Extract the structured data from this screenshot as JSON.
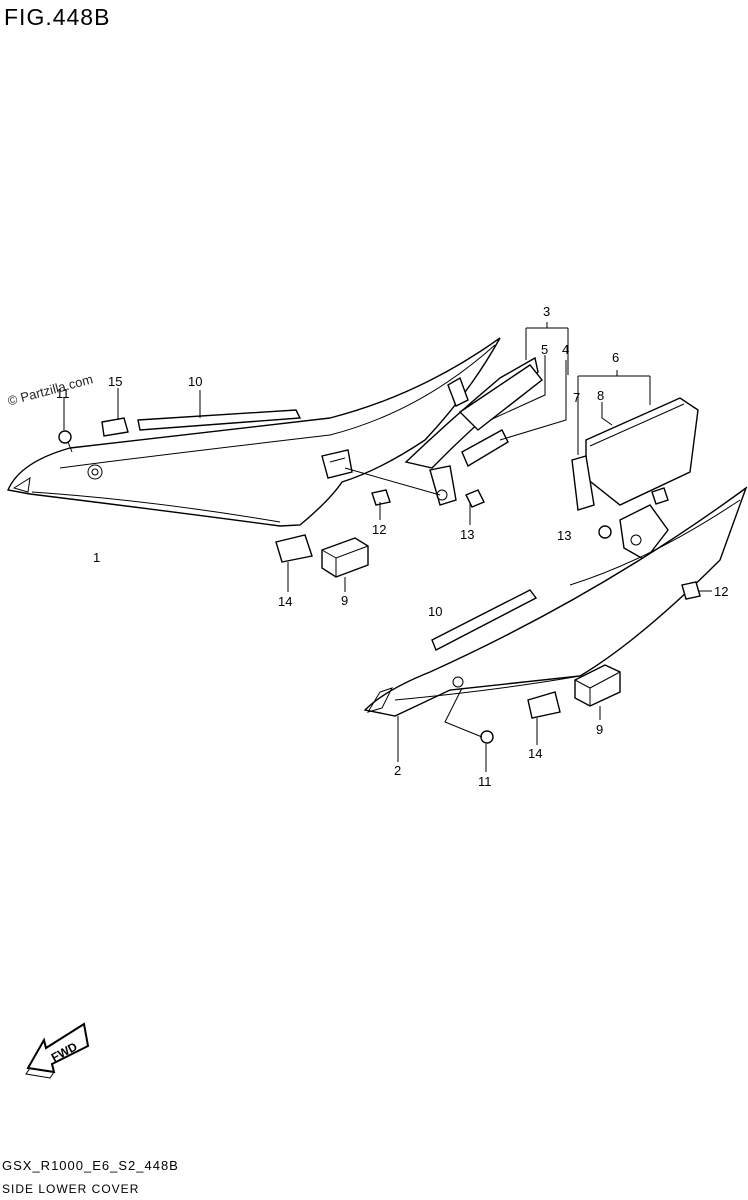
{
  "figure": {
    "title": "FIG.448B",
    "watermark": "© Partzilla.com",
    "footer_code": "GSX_R1000_E6_S2_448B",
    "footer_name": "SIDE LOWER COVER",
    "fwd_label": "FWD"
  },
  "callouts": {
    "c1": "1",
    "c2": "2",
    "c3": "3",
    "c4": "4",
    "c5": "5",
    "c6": "6",
    "c7": "7",
    "c8": "8",
    "c9a": "9",
    "c9b": "9",
    "c10a": "10",
    "c10b": "10",
    "c11a": "11",
    "c11b": "11",
    "c12a": "12",
    "c12b": "12",
    "c13a": "13",
    "c13b": "13",
    "c14a": "14",
    "c14b": "14",
    "c15": "15"
  }
}
